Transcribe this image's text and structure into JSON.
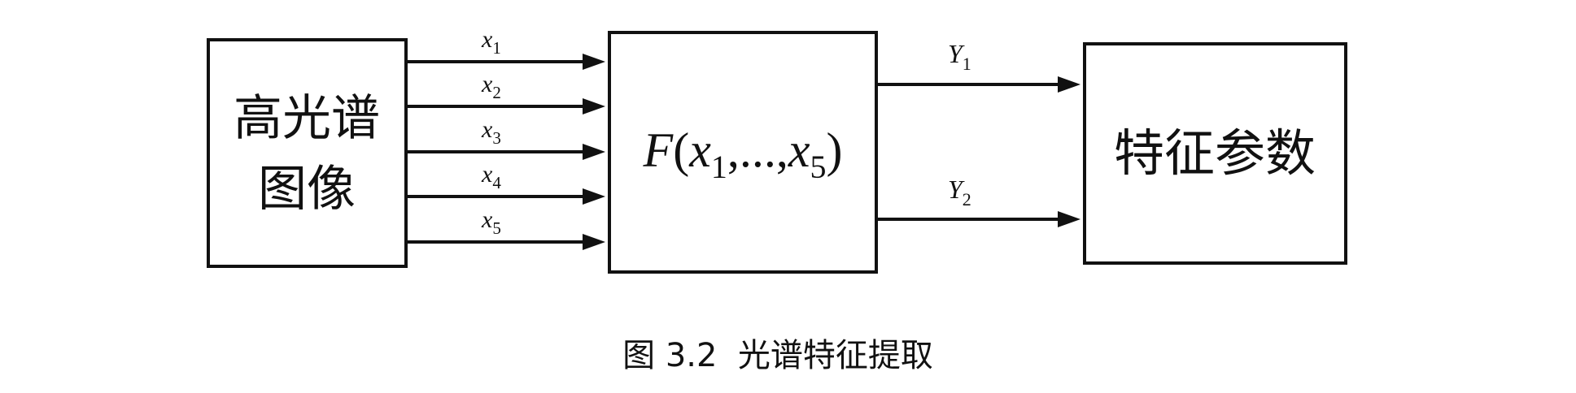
{
  "diagram": {
    "input_box": {
      "line1": "高光谱",
      "line2": "图像"
    },
    "function_box": {
      "name": "F",
      "open": "(",
      "arg_first_var": "x",
      "arg_first_sub": "1",
      "ellipsis": ",...,",
      "arg_last_var": "x",
      "arg_last_sub": "5",
      "close": ")"
    },
    "output_box": {
      "label": "特征参数"
    },
    "inputs": [
      {
        "var": "x",
        "sub": "1"
      },
      {
        "var": "x",
        "sub": "2"
      },
      {
        "var": "x",
        "sub": "3"
      },
      {
        "var": "x",
        "sub": "4"
      },
      {
        "var": "x",
        "sub": "5"
      }
    ],
    "outputs": [
      {
        "var": "Y",
        "sub": "1"
      },
      {
        "var": "Y",
        "sub": "2"
      }
    ]
  },
  "caption": "图 3.2  光谱特征提取"
}
